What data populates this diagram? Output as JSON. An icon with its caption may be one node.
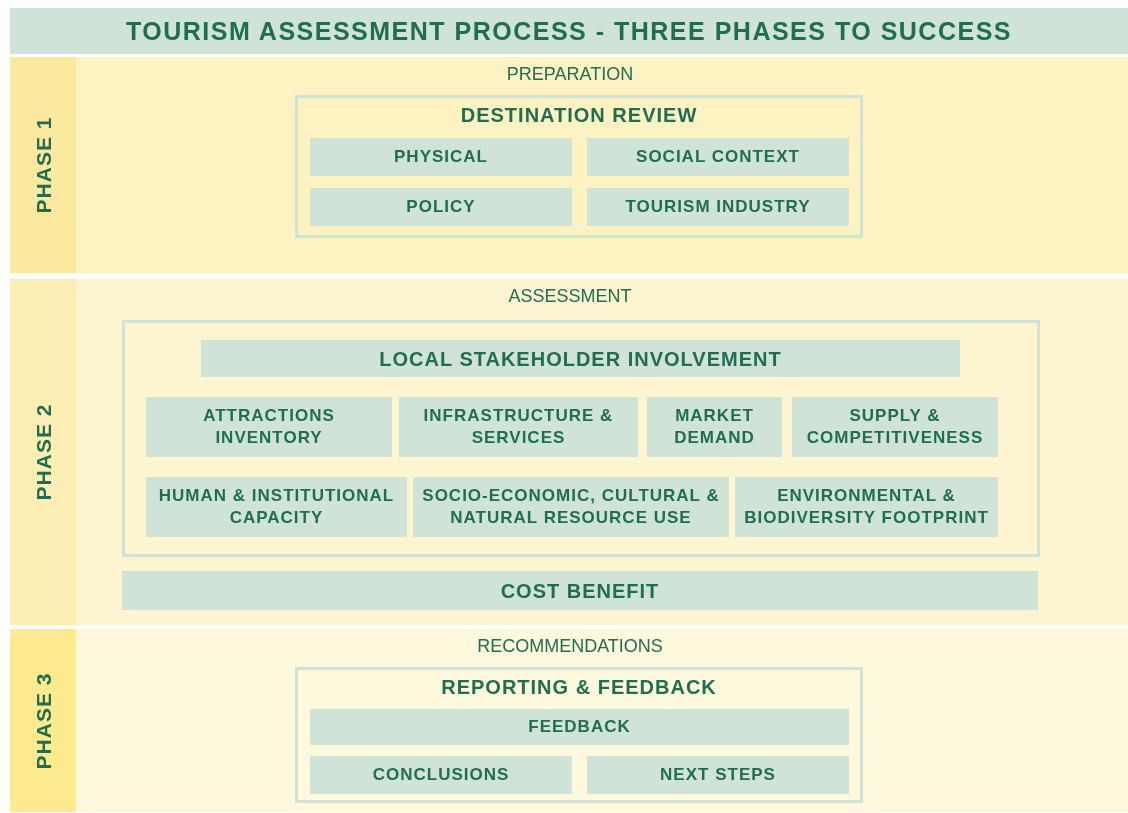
{
  "diagram": {
    "title": "TOURISM ASSESSMENT PROCESS - THREE PHASES TO SUCCESS",
    "nodes": [
      {
        "text": [
          "PHASE 1",
          "PREPARATION"
        ]
      },
      {
        "text": [
          "DESTINATION REVIEW"
        ],
        "in": 0
      },
      {
        "text": [
          "PHYSICAL"
        ],
        "in": 1
      },
      {
        "text": [
          "SOCIAL CONTEXT"
        ],
        "in": 1
      },
      {
        "text": [
          "POLICY"
        ],
        "in": 1
      },
      {
        "text": [
          "TOURISM INDUSTRY"
        ],
        "in": 1
      },
      {
        "text": [
          "PHASE 2",
          "ASSESSMENT"
        ]
      },
      {
        "text": [],
        "shape": "box",
        "in": 6
      },
      {
        "text": [
          "LOCAL STAKEHOLDER INVOLVEMENT"
        ],
        "in": 7
      },
      {
        "text": [
          "ATTRACTIONS INVENTORY"
        ],
        "in": 7
      },
      {
        "text": [
          "INFRASTRUCTURE & SERVICES"
        ],
        "in": 7
      },
      {
        "text": [
          "MARKET DEMAND"
        ],
        "in": 7
      },
      {
        "text": [
          "SUPPLY & COMPETITIVENESS"
        ],
        "in": 7
      },
      {
        "text": [
          "HUMAN & INSTITUTIONAL CAPACITY"
        ],
        "in": 7
      },
      {
        "text": [
          "SOCIO-ECONOMIC, CULTURAL & NATURAL RESOURCE USE"
        ],
        "in": 7
      },
      {
        "text": [
          "ENVIRONMENTAL & BIODIVERSITY FOOTPRINT"
        ],
        "in": 7
      },
      {
        "text": [
          "COST BENEFIT"
        ],
        "in": 6
      },
      {
        "text": [
          "PHASE 3",
          "RECOMMENDATIONS"
        ]
      },
      {
        "text": [
          "REPORTING & FEEDBACK"
        ],
        "in": 17
      },
      {
        "text": [
          "FEEDBACK"
        ],
        "in": 18
      },
      {
        "text": [
          "CONCLUSIONS"
        ],
        "in": 18
      },
      {
        "text": [
          "NEXT STEPS"
        ],
        "in": 18
      }
    ],
    "edges": []
  }
}
